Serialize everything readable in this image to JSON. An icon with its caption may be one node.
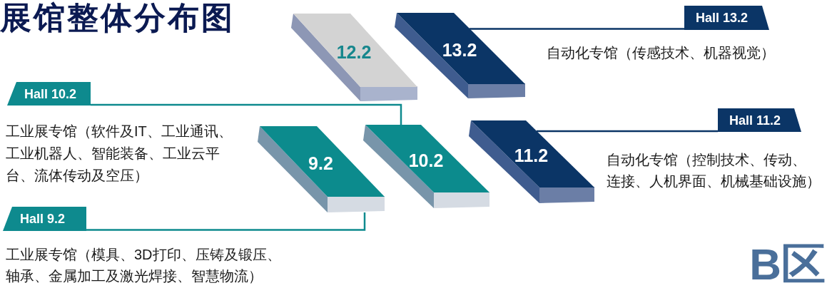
{
  "diagram": {
    "title": "展馆整体分布图",
    "nodes": [
      {
        "text": [
          "12.2"
        ]
      },
      {
        "text": [
          "13.2"
        ]
      },
      {
        "text": [
          "Hall 13.2"
        ],
        "beside": [
          "自动化专馆（传感技术、机器视觉）"
        ]
      },
      {
        "text": [
          "Hall 10.2"
        ],
        "beside": [
          "工业展专馆（软件及IT、工业通讯、工业机器人、智能装备、工业云平台、流体传动及空压）"
        ]
      },
      {
        "text": [
          "Hall 11.2"
        ],
        "beside": [
          "自动化专馆（控制技术、传动、连接、人机界面、机械基础设施）"
        ]
      },
      {
        "text": [
          "9.2"
        ]
      },
      {
        "text": [
          "10.2"
        ]
      },
      {
        "text": [
          "11.2"
        ]
      },
      {
        "text": [
          "Hall 9.2"
        ],
        "beside": [
          "工业展专馆（模具、3D打印、压铸及锻压、轴承、金属加工及激光焊接、智慧物流）"
        ]
      }
    ],
    "edges": [
      {
        "from": 2,
        "to": 1,
        "arrow": "none",
        "color": "#0b3566"
      },
      {
        "from": 3,
        "to": 6,
        "arrow": "none",
        "color": "#0e8a8e"
      },
      {
        "from": 4,
        "to": 7,
        "arrow": "none",
        "color": "#0b3566"
      },
      {
        "from": 8,
        "to": 5,
        "arrow": "none",
        "color": "#0e8a8e"
      }
    ],
    "labels": [
      "B区"
    ]
  }
}
